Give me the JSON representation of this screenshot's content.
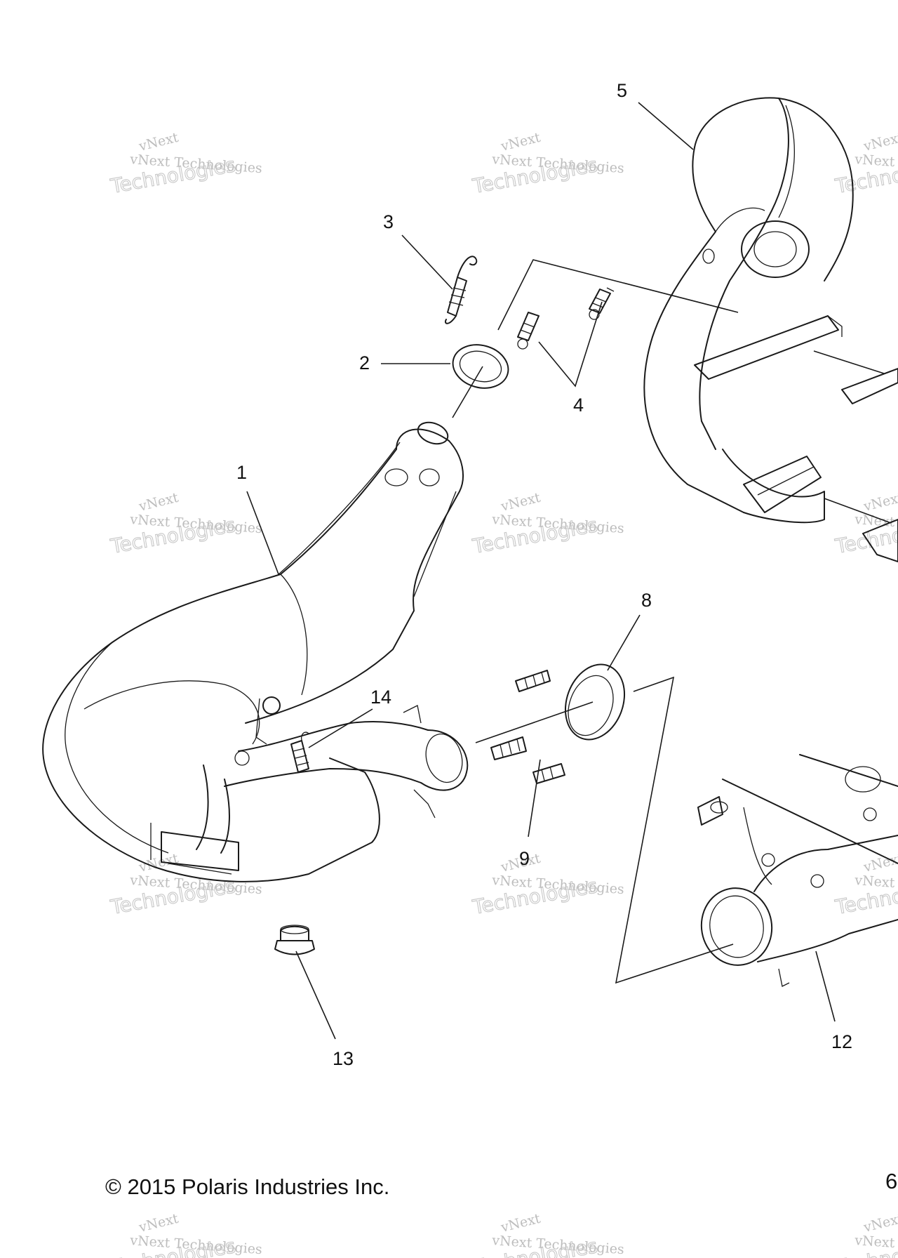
{
  "callouts": [
    {
      "id": "1",
      "text": "1"
    },
    {
      "id": "2",
      "text": "2"
    },
    {
      "id": "3",
      "text": "3"
    },
    {
      "id": "4",
      "text": "4"
    },
    {
      "id": "5",
      "text": "5"
    },
    {
      "id": "8",
      "text": "8"
    },
    {
      "id": "9",
      "text": "9"
    },
    {
      "id": "12",
      "text": "12"
    },
    {
      "id": "13",
      "text": "13"
    },
    {
      "id": "14",
      "text": "14"
    }
  ],
  "watermark": {
    "line1": "vNext",
    "line2": "vNext Technologies",
    "line3": "Technologies"
  },
  "footer": {
    "copyright": "© 2015 Polaris Industries Inc.",
    "page_fragment": "6"
  },
  "colors": {
    "line": "#1a1a1a",
    "watermark": "#c8c8c8",
    "background": "#ffffff"
  }
}
